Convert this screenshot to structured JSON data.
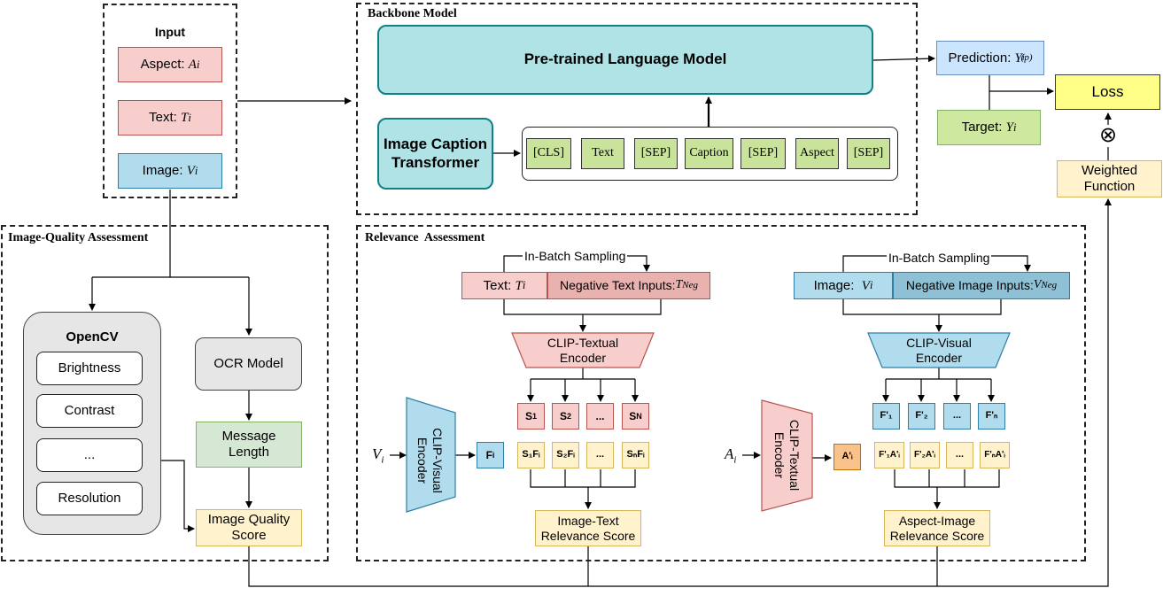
{
  "input": {
    "title": "Input",
    "aspect": "Aspect: ",
    "aspect_var": "A",
    "aspect_sub": "i",
    "text": "Text: ",
    "text_var": "T",
    "text_sub": "i",
    "image": "Image: ",
    "image_var": "V",
    "image_sub": "i"
  },
  "backbone": {
    "title": "Backbone Model",
    "plm": "Pre-trained Language Model",
    "ict_line1": "Image Caption",
    "ict_line2": "Transformer",
    "tokens": [
      "[CLS]",
      "Text",
      "[SEP]",
      "Caption",
      "[SEP]",
      "Aspect",
      "[SEP]"
    ]
  },
  "output": {
    "prediction": "Prediction: ",
    "prediction_var": "Y",
    "prediction_sub": "i",
    "prediction_sup": "(p)",
    "target": "Target: ",
    "target_var": "Y",
    "target_sub": "i",
    "loss": "Loss",
    "weighted_line1": "Weighted",
    "weighted_line2": "Function",
    "otimes": "⊗"
  },
  "iqa": {
    "title": "Image-Quality Assessment",
    "opencv": "OpenCV",
    "items": [
      "Brightness",
      "Contrast",
      "...",
      "Resolution"
    ],
    "ocr": "OCR Model",
    "msg_line1": "Message",
    "msg_line2": "Length",
    "score_line1": "Image Quality",
    "score_line2": "Score"
  },
  "relevance": {
    "title": "Relevance  Assessment",
    "left": {
      "sampling": "In-Batch Sampling",
      "text": "Text: ",
      "text_var": "T",
      "text_sub": "i",
      "neg": "Negative Text Inputs: ",
      "neg_var": "T",
      "neg_sup": "Neg",
      "enc_line1": "CLIP-Textual",
      "enc_line2": "Encoder",
      "scores": [
        "S",
        "S",
        "...",
        "S"
      ],
      "score_subs": [
        "1",
        "2",
        "",
        "N"
      ],
      "vis_enc_line1": "CLIP-Visual",
      "vis_enc_line2": "Encoder",
      "input_var": "V",
      "input_sub": "i",
      "feat": "F",
      "feat_sub": "i",
      "products": [
        "S₁Fᵢ",
        "S₂Fᵢ",
        "...",
        "SₙFᵢ"
      ],
      "result_line1": "Image-Text",
      "result_line2": "Relevance Score"
    },
    "right": {
      "sampling": "In-Batch Sampling",
      "image": "Image:  ",
      "image_var": "V",
      "image_sub": "i",
      "neg": "Negative Image Inputs: ",
      "neg_var": "V",
      "neg_sup": "Neg",
      "enc_line1": "CLIP-Visual",
      "enc_line2": "Encoder",
      "feats": [
        "F'₁",
        "F'₂",
        "...",
        "F'ₙ"
      ],
      "txt_enc_line1": "CLIP-Textual",
      "txt_enc_line2": "Encoder",
      "input_var": "A",
      "input_sub": "i",
      "aspect_feat": "A'ᵢ",
      "products": [
        "F'₁A'ᵢ",
        "F'₂A'ᵢ",
        "...",
        "F'ₙA'ᵢ"
      ],
      "result_line1": "Aspect-Image",
      "result_line2": "Relevance Score"
    }
  }
}
